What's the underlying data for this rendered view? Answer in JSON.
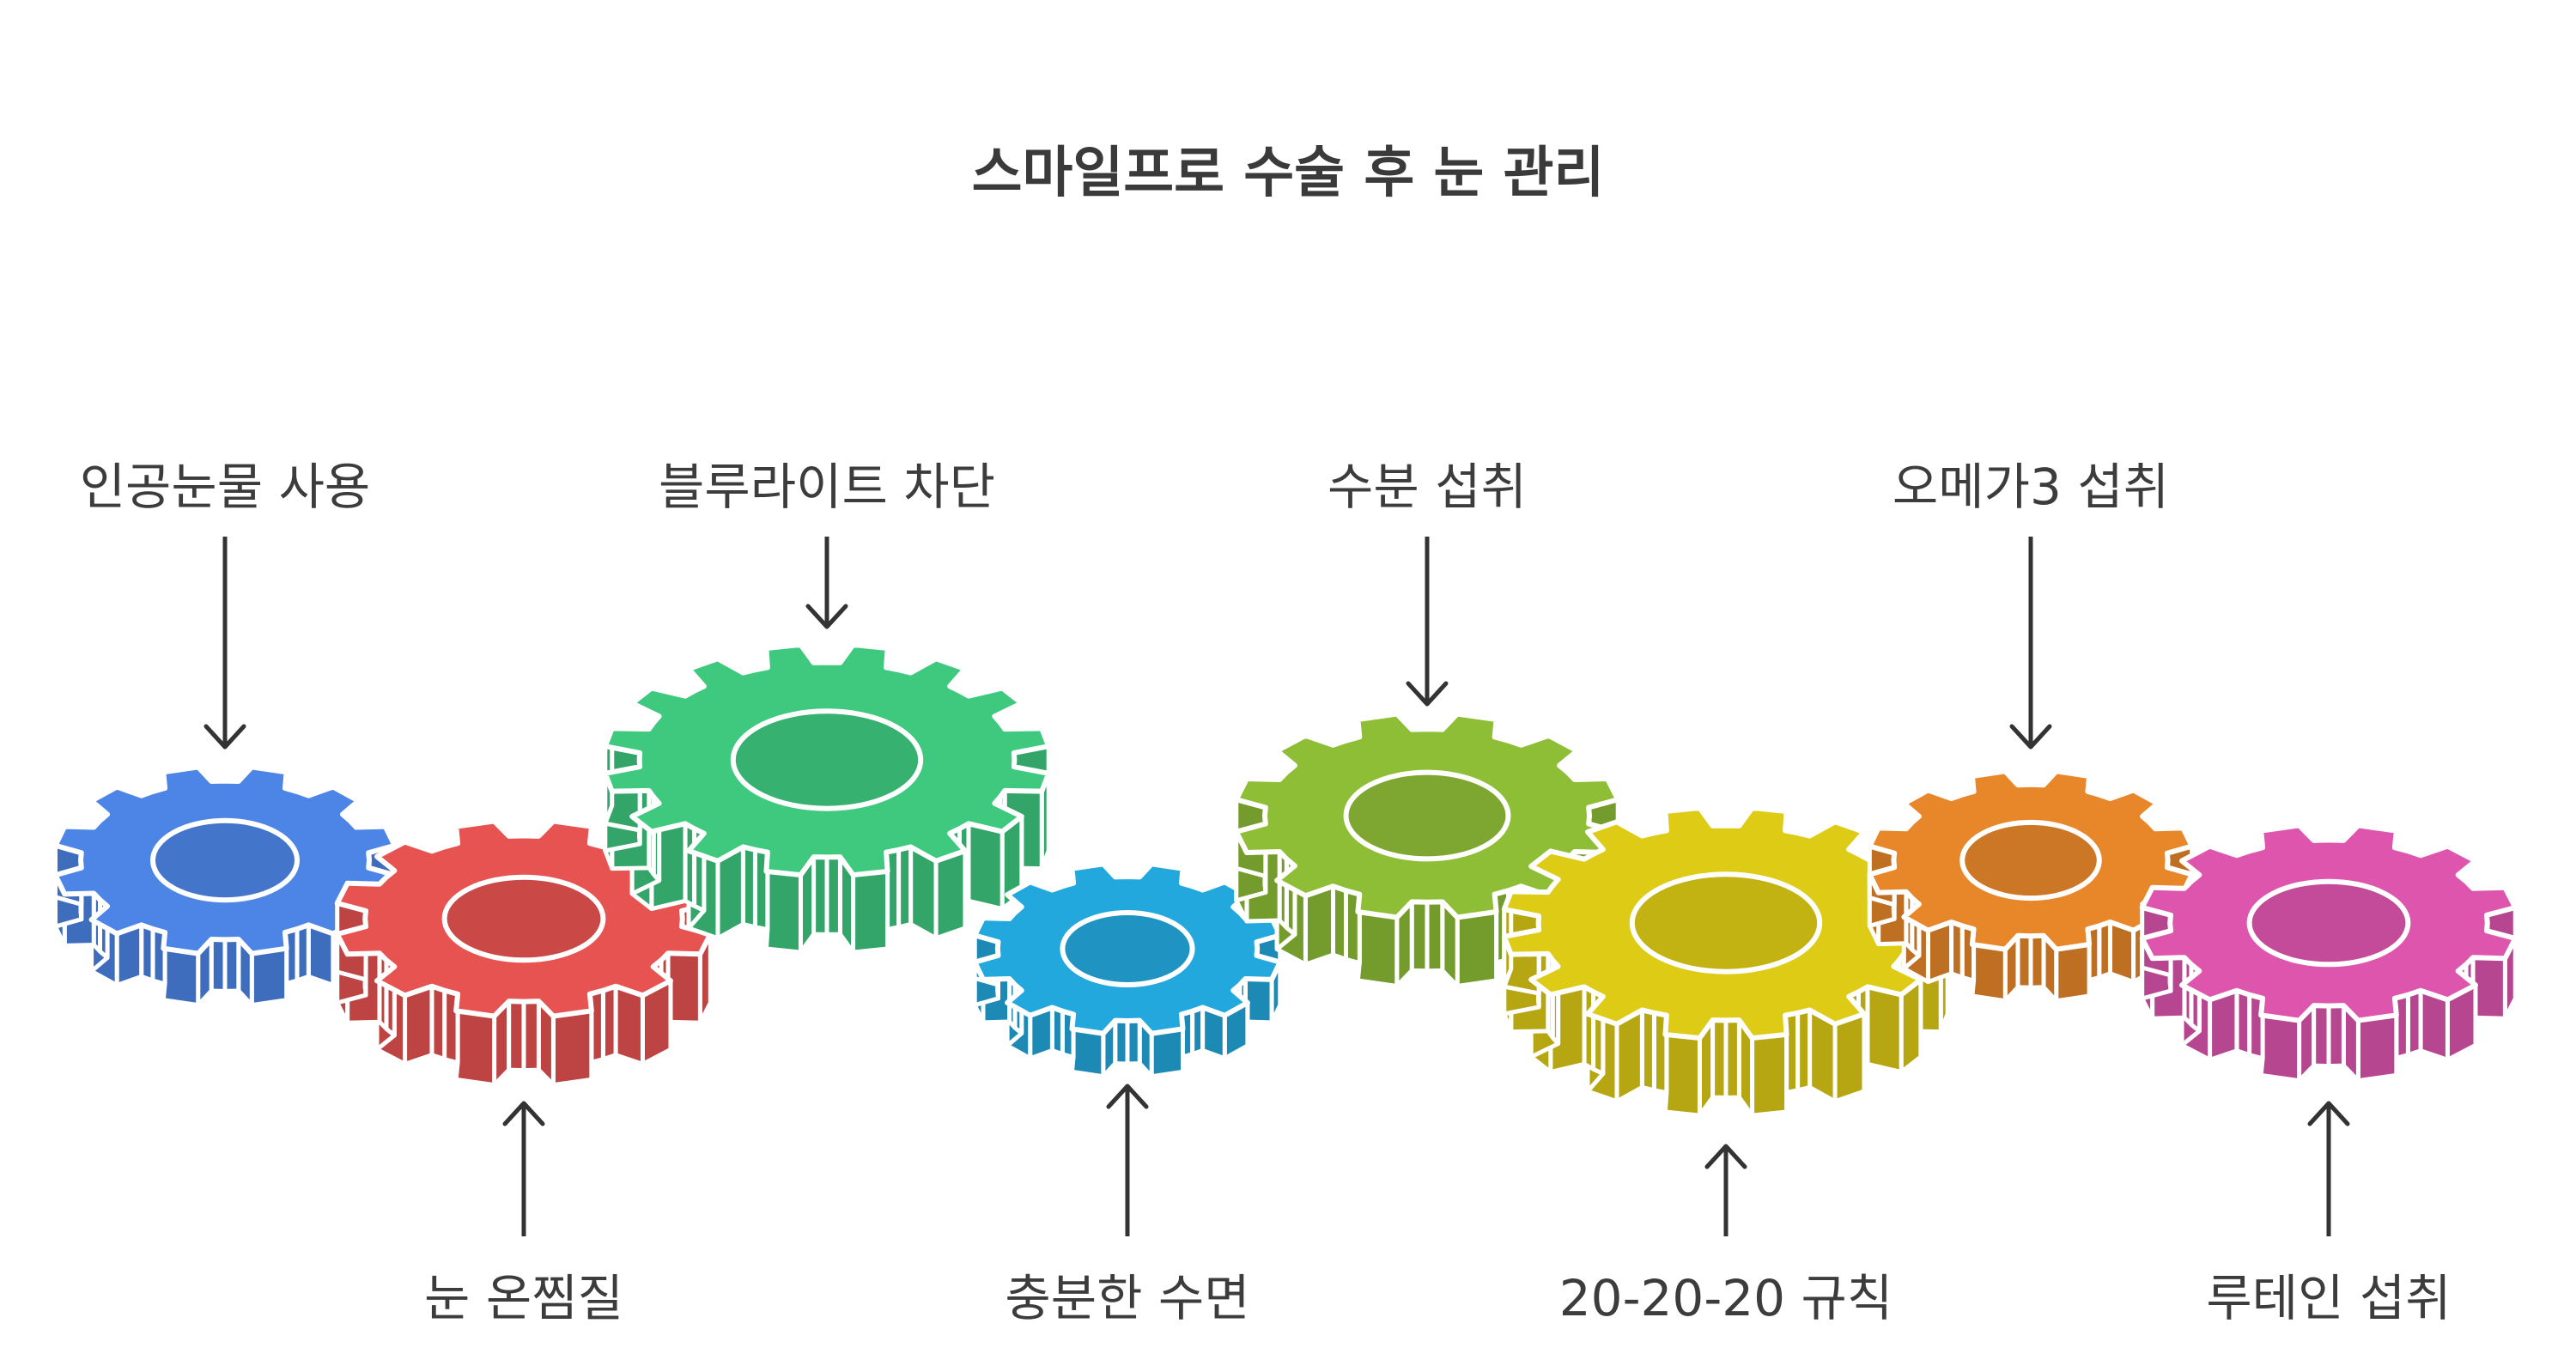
{
  "title": "스마일프로 수술 후 눈 관리",
  "gears": [
    {
      "id": "artificial-tears",
      "label": "인공눈물 사용",
      "color": "#4C85E6",
      "label_side": "top"
    },
    {
      "id": "warm-compress",
      "label": "눈 온찜질",
      "color": "#E65350",
      "label_side": "bottom"
    },
    {
      "id": "block-blue-light",
      "label": "블루라이트 차단",
      "color": "#3EC97F",
      "label_side": "top"
    },
    {
      "id": "sufficient-sleep",
      "label": "충분한 수면",
      "color": "#23A8DE",
      "label_side": "bottom"
    },
    {
      "id": "hydration",
      "label": "수분 섭취",
      "color": "#8EBE36",
      "label_side": "top"
    },
    {
      "id": "rule-20-20-20",
      "label": "20-20-20 규칙",
      "color": "#DDCB16",
      "label_side": "bottom"
    },
    {
      "id": "omega3",
      "label": "오메가3 섭취",
      "color": "#E8872A",
      "label_side": "top"
    },
    {
      "id": "lutein",
      "label": "루테인 섭취",
      "color": "#DE55AE",
      "label_side": "bottom"
    }
  ]
}
